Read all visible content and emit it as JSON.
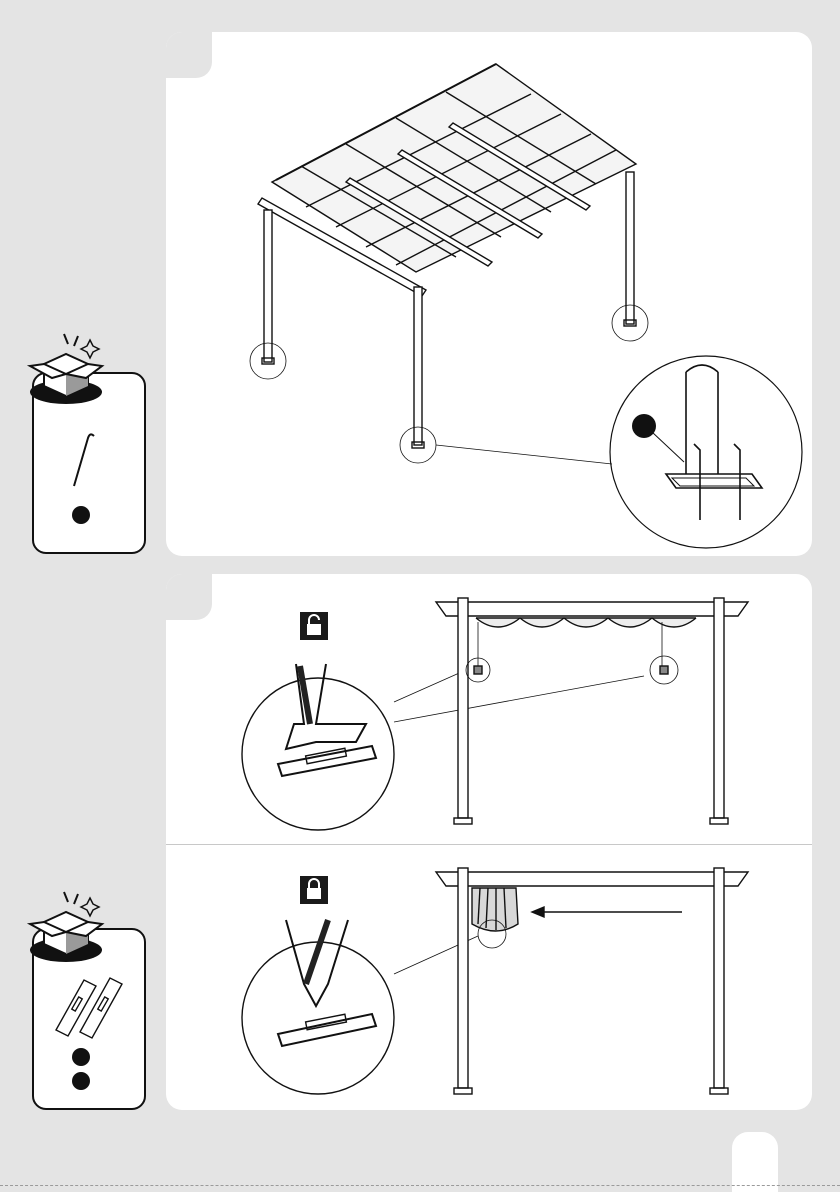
{
  "page": {
    "number": "",
    "background": "#e4e4e4",
    "panel_color": "#ffffff",
    "line_color": "#111111"
  },
  "steps": [
    {
      "id": "anchor-posts",
      "illustration": "pergola-isometric",
      "callout": "post-base-with-ground-stakes",
      "parts_box": {
        "icon": "open-box-icon",
        "part": "ground-stake",
        "badges": 1
      }
    },
    {
      "id": "canopy-straps",
      "panels": [
        {
          "state": "unlocked",
          "icon": "unlocked-padlock-icon",
          "callout": "natertal-strap-tab"
        },
        {
          "state": "locked",
          "icon": "locked-padlock-icon",
          "callout": "natertal-strap-tab-folded"
        }
      ],
      "parts_box": {
        "icon": "open-box-icon",
        "part": "strap-clip-pair",
        "badges": 2
      }
    }
  ]
}
